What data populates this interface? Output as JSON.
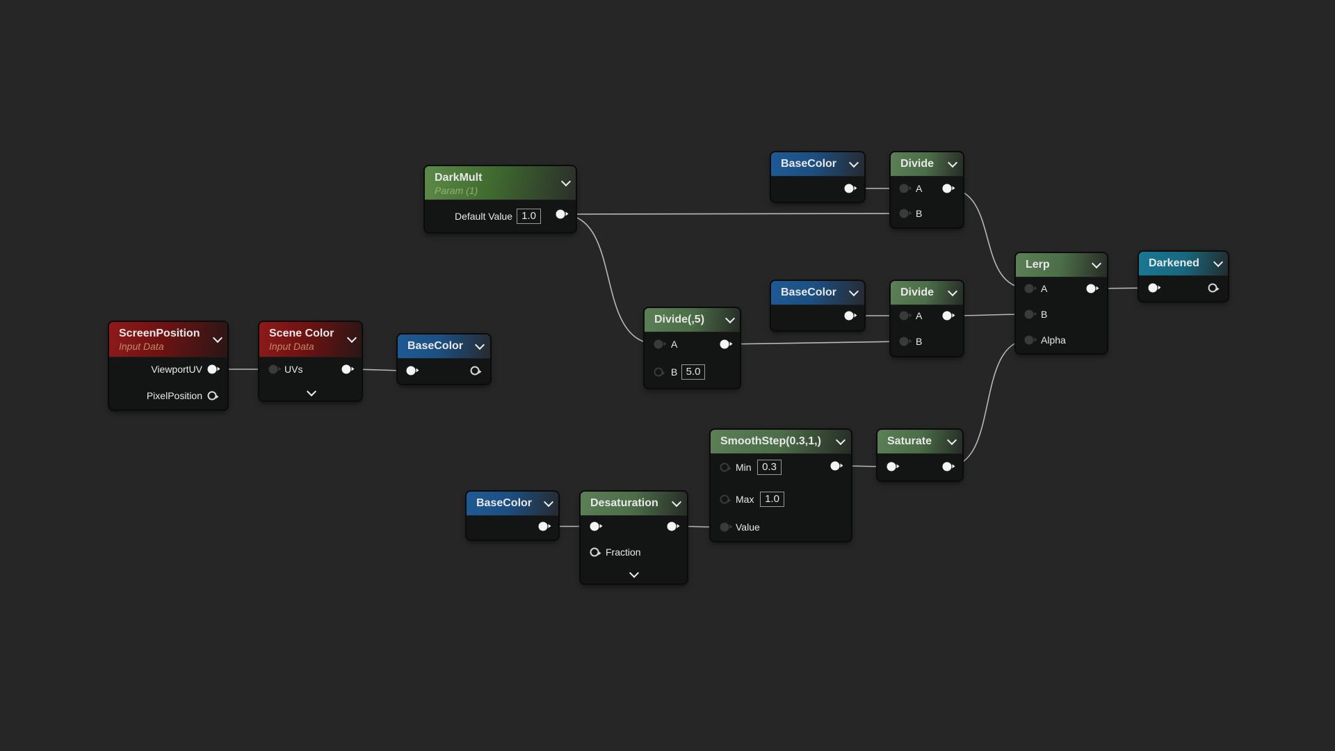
{
  "nodes": {
    "screen_position": {
      "title": "ScreenPosition",
      "subtitle": "Input Data",
      "out_viewport": "ViewportUV",
      "out_pixel": "PixelPosition"
    },
    "scene_color": {
      "title": "Scene Color",
      "subtitle": "Input Data",
      "in_uvs": "UVs"
    },
    "basecolor_1": {
      "title": "BaseColor"
    },
    "darkmult": {
      "title": "DarkMult",
      "subtitle": "Param (1)",
      "default_label": "Default Value",
      "default_value": "1.0"
    },
    "divide_5": {
      "title": "Divide(,5)",
      "in_a": "A",
      "in_b": "B",
      "b_value": "5.0"
    },
    "basecolor_top": {
      "title": "BaseColor"
    },
    "divide_top": {
      "title": "Divide",
      "in_a": "A",
      "in_b": "B"
    },
    "basecolor_mid": {
      "title": "BaseColor"
    },
    "divide_mid": {
      "title": "Divide",
      "in_a": "A",
      "in_b": "B"
    },
    "lerp": {
      "title": "Lerp",
      "in_a": "A",
      "in_b": "B",
      "in_alpha": "Alpha"
    },
    "darkened": {
      "title": "Darkened"
    },
    "smoothstep": {
      "title": "SmoothStep(0.3,1,)",
      "in_min": "Min",
      "min_value": "0.3",
      "in_max": "Max",
      "max_value": "1.0",
      "in_value": "Value"
    },
    "saturate": {
      "title": "Saturate"
    },
    "basecolor_bottom": {
      "title": "BaseColor"
    },
    "desaturation": {
      "title": "Desaturation",
      "in_fraction": "Fraction"
    }
  },
  "colors": {
    "background": "#262626",
    "input_header": "#8f1a1a",
    "param_header": "#5d8a48",
    "function_header": "#5c7f57",
    "named_reroute_header": "#1f5a95",
    "output_header": "#1a7893"
  }
}
